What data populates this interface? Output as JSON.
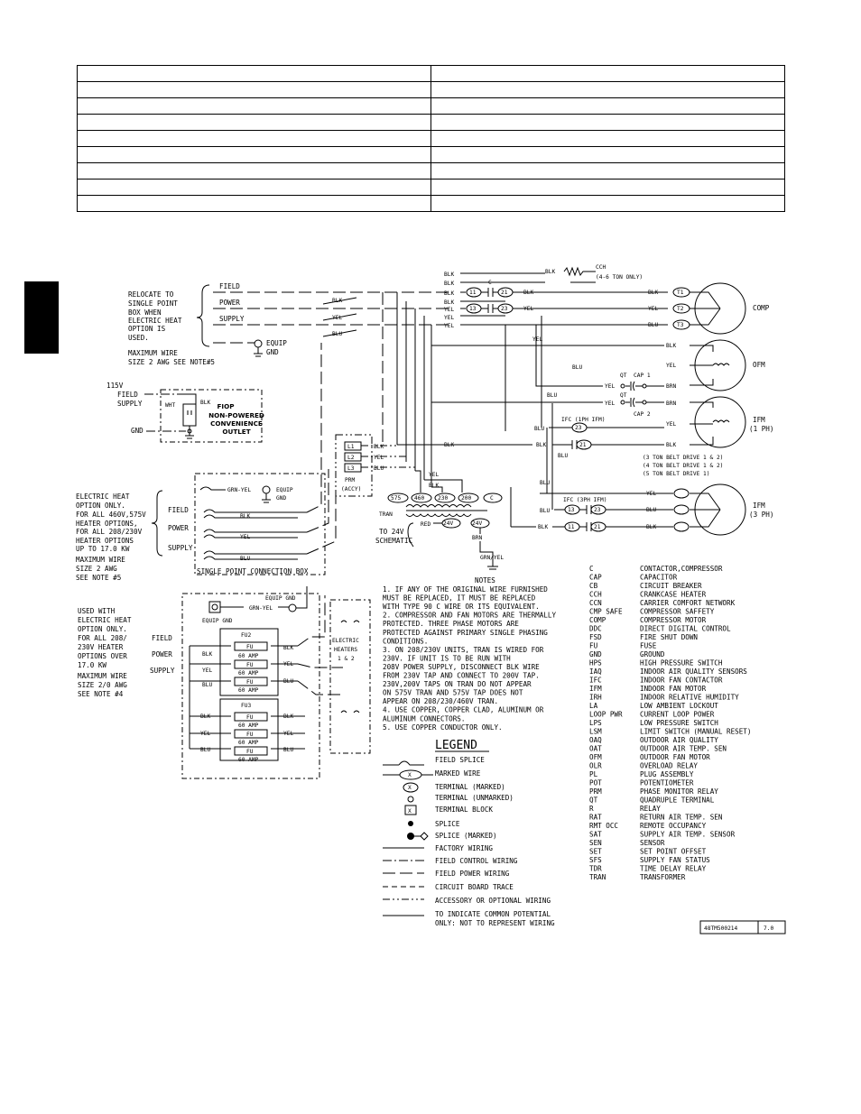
{
  "doc_code": "48TM500214",
  "doc_rev": "7.0",
  "wire_colors": {
    "blk": "BLK",
    "yel": "YEL",
    "blu": "BLU",
    "brn": "BRN",
    "wht": "WHT",
    "red": "RED",
    "grn_yel": "GRN-YEL",
    "grn_slash_yel": "GRN/YEL"
  },
  "relocate_note": [
    "RELOCATE TO",
    "SINGLE POINT",
    "BOX WHEN",
    "ELECTRIC HEAT",
    "OPTION IS",
    "USED."
  ],
  "field_power_supply": [
    "FIELD",
    "POWER",
    "SUPPLY"
  ],
  "max_wire_1": "MAXIMUM WIRE",
  "max_wire_2": "SIZE 2 AWG  SEE NOTE#5",
  "equip_gnd": [
    "EQUIP",
    "GND"
  ],
  "equip_gnd_inline": "EQUIP GND",
  "cch_label": "CCH",
  "cch_note": "(4-6 TON ONLY)",
  "contactor_c": "C",
  "terminals": {
    "t11": "11",
    "t21": "21",
    "t13": "13",
    "t23": "23",
    "T1": "T1",
    "T2": "T2",
    "T3": "T3"
  },
  "motors": {
    "comp": "COMP",
    "ofm": "OFM",
    "ifm1": [
      "IFM",
      "(1 PH)"
    ],
    "ifm3": [
      "IFM",
      "(3 PH)"
    ]
  },
  "qt": "QT",
  "cap1": "CAP 1",
  "cap2": "CAP 2",
  "ifc_1ph": "IFC (1PH IFM)",
  "ifc_3ph": "IFC (3PH IFM)",
  "belt_drive": [
    "(3 TON BELT DRIVE 1 & 2)",
    "(4 TON BELT DRIVE 1 & 2)",
    "(5 TON BELT DRIVE 1)"
  ],
  "v115": [
    "115V",
    "FIELD",
    "SUPPLY"
  ],
  "gnd": "GND",
  "fiop": [
    "FIOP",
    "NON-POWERED",
    "CONVENIENCE",
    "OUTLET"
  ],
  "prm": {
    "l1": "L1",
    "l2": "L2",
    "l3": "L3",
    "name": "PRM",
    "accy": "(ACCY)"
  },
  "tran": {
    "taps": [
      "575",
      "460",
      "230",
      "200",
      "C"
    ],
    "name": "TRAN",
    "v24": "24V",
    "to24": [
      "TO 24V",
      "SCHEMATIC"
    ]
  },
  "elec_heat_1": [
    "ELECTRIC HEAT",
    "OPTION ONLY.",
    "FOR ALL 460V,575V",
    "HEATER OPTIONS,",
    "FOR ALL 208/230V",
    "HEATER OPTIONS",
    "UP TO 17.0 KW"
  ],
  "max_wire_3": [
    "MAXIMUM WIRE",
    "SIZE 2 AWG",
    "SEE NOTE #5"
  ],
  "single_point_box": "SINGLE POINT CONNECTION BOX",
  "elec_heat_2": [
    "USED WITH",
    "ELECTRIC HEAT",
    "OPTION ONLY.",
    "FOR ALL 208/",
    "230V HEATER",
    "OPTIONS OVER",
    "17.0 KW"
  ],
  "max_wire_4": [
    "MAXIMUM WIRE",
    "SIZE 2/0 AWG",
    "SEE NOTE #4"
  ],
  "fu2": "FU2",
  "fu3": "FU3",
  "fu": "FU",
  "amp60": "60 AMP",
  "heaters": [
    "ELECTRIC",
    "HEATERS",
    "1 & 2"
  ],
  "notes_title": "NOTES",
  "notes": [
    "1. IF ANY OF THE ORIGINAL WIRE FURNISHED",
    "   MUST BE REPLACED, IT MUST BE REPLACED",
    "   WITH TYPE 90 C WIRE OR ITS EQUIVALENT.",
    "2. COMPRESSOR AND FAN MOTORS ARE THERMALLY",
    "   PROTECTED. THREE PHASE MOTORS ARE",
    "   PROTECTED AGAINST PRIMARY SINGLE PHASING",
    "   CONDITIONS.",
    "3. ON 208/230V UNITS, TRAN IS WIRED FOR",
    "   230V. IF UNIT IS TO BE RUN WITH",
    "   208V POWER SUPPLY, DISCONNECT BLK WIRE",
    "   FROM 230V TAP  AND CONNECT TO 200V TAP.",
    "   230V,200V TAPS ON TRAN DO NOT APPEAR",
    "   ON 575V TRAN AND 575V TAP DOES NOT",
    "   APPEAR ON 208/230/460V TRAN.",
    "4. USE COPPER, COPPER CLAD, ALUMINUM OR",
    "   ALUMINUM CONNECTORS.",
    "5. USE COPPER CONDUCTOR ONLY."
  ],
  "legend_title": "LEGEND",
  "legend": [
    "FIELD SPLICE",
    "MARKED WIRE",
    "TERMINAL (MARKED)",
    "TERMINAL (UNMARKED)",
    "TERMINAL BLOCK",
    "SPLICE",
    "SPLICE (MARKED)",
    "FACTORY WIRING",
    "FIELD CONTROL WIRING",
    "FIELD POWER WIRING",
    "CIRCUIT BOARD TRACE",
    "ACCESSORY OR OPTIONAL WIRING",
    "TO INDICATE COMMON POTENTIAL",
    "ONLY: NOT TO REPRESENT WIRING"
  ],
  "legend_symbols": {
    "x": "X"
  },
  "abbrev": [
    [
      "C",
      "CONTACTOR,COMPRESSOR"
    ],
    [
      "CAP",
      "CAPACITOR"
    ],
    [
      "CB",
      "CIRCUIT BREAKER"
    ],
    [
      "CCH",
      "CRANKCASE HEATER"
    ],
    [
      "CCN",
      "CARRIER COMFORT NETWORK"
    ],
    [
      "CMP SAFE",
      "COMPRESSOR SAFFETY"
    ],
    [
      "COMP",
      "COMPRESSOR MOTOR"
    ],
    [
      "DDC",
      "DIRECT DIGITAL CONTROL"
    ],
    [
      "FSD",
      "FIRE SHUT DOWN"
    ],
    [
      "FU",
      "FUSE"
    ],
    [
      "GND",
      "GROUND"
    ],
    [
      "HPS",
      "HIGH PRESSURE SWITCH"
    ],
    [
      "IAQ",
      "INDOOR AIR QUALITY SENSORS"
    ],
    [
      "IFC",
      "INDOOR FAN CONTACTOR"
    ],
    [
      "IFM",
      "INDOOR FAN MOTOR"
    ],
    [
      "IRH",
      "INDOOR RELATIVE HUMIDITY"
    ],
    [
      "LA",
      "LOW AMBIENT LOCKOUT"
    ],
    [
      "LOOP PWR",
      "CURRENT LOOP POWER"
    ],
    [
      "LPS",
      "LOW PRESSURE SWITCH"
    ],
    [
      "LSM",
      "LIMIT SWITCH (MANUAL RESET)"
    ],
    [
      "OAQ",
      "OUTDOOR AIR QUALITY"
    ],
    [
      "OAT",
      "OUTDOOR AIR TEMP. SEN"
    ],
    [
      "OFM",
      "OUTDOOR FAN MOTOR"
    ],
    [
      "OLR",
      "OVERLOAD RELAY"
    ],
    [
      "PL",
      "PLUG ASSEMBLY"
    ],
    [
      "POT",
      "POTENTIOMETER"
    ],
    [
      "PRM",
      "PHASE MONITOR RELAY"
    ],
    [
      "QT",
      "QUADRUPLE TERMINAL"
    ],
    [
      "R",
      "RELAY"
    ],
    [
      "RAT",
      "RETURN AIR TEMP. SEN"
    ],
    [
      "RMT OCC",
      "REMOTE OCCUPANCY"
    ],
    [
      "SAT",
      "SUPPLY AIR TEMP. SENSOR"
    ],
    [
      "SEN",
      "SENSOR"
    ],
    [
      "SET",
      "SET POINT OFFSET"
    ],
    [
      "SFS",
      "SUPPLY FAN STATUS"
    ],
    [
      "TDR",
      "TIME DELAY RELAY"
    ],
    [
      "TRAN",
      "TRANSFORMER"
    ]
  ]
}
